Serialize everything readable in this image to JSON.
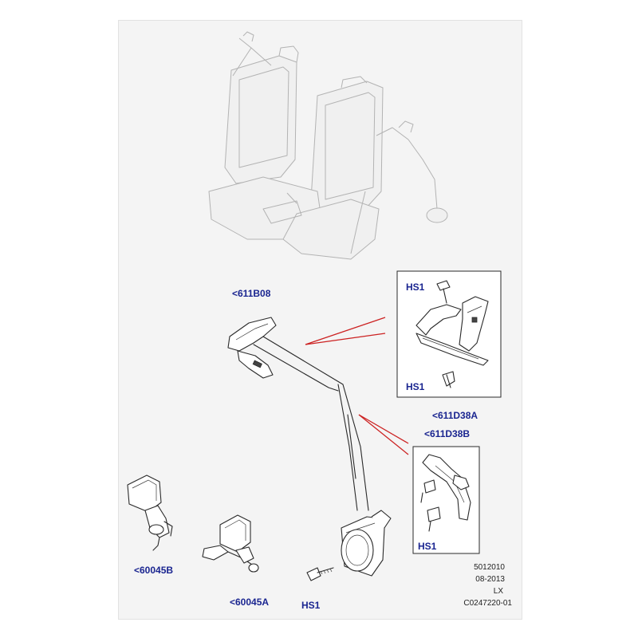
{
  "callouts": {
    "belt_assembly": "<611B08",
    "anchor_bracket_a": "<611D38A",
    "anchor_bracket_b": "<611D38B",
    "buckle_left": "<60045B",
    "buckle_right": "<60045A",
    "bolt_top": "HS1",
    "bolt_mid": "HS1",
    "bolt_bracket_b": "HS1",
    "bolt_retractor": "HS1"
  },
  "footer": {
    "code": "5012010",
    "date": "08-2013",
    "model": "LX",
    "illustration_id": "C0247220-01"
  },
  "colors": {
    "callout_text": "#1a2590",
    "leader_line": "#cc2222",
    "line_art": "#2a2a2a",
    "ghost_art": "#b3b3b3"
  }
}
